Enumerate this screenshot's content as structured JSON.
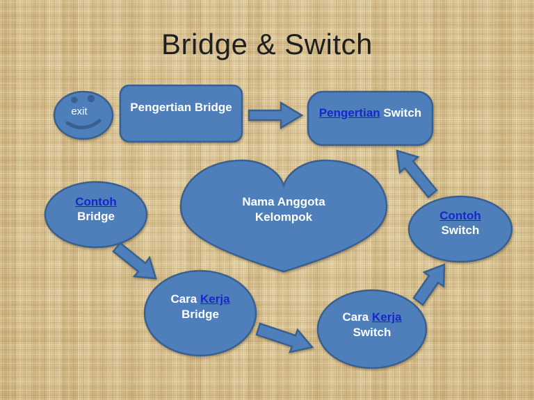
{
  "slide": {
    "title": "Bridge & Switch"
  },
  "colors": {
    "background": "#DDC79B",
    "shape_fill": "#4E7FBA",
    "shape_stroke": "#39608F",
    "link_color": "#1727CE",
    "label_color": "#FFFFFF",
    "title_color": "#1F1F1F"
  },
  "nodes": {
    "exit_button": {
      "label": "exit",
      "icon": "smiley-face-icon"
    },
    "pengertian_bridge": {
      "label": "Pengertian Bridge"
    },
    "pengertian_switch": {
      "link_text": "Pengertian",
      "plain_text": "Switch"
    },
    "nama_anggota": {
      "line1": "Nama Anggota",
      "line2": "Kelompok",
      "shape": "heart"
    },
    "contoh_bridge": {
      "link_text": "Contoh",
      "plain_text": "Bridge"
    },
    "contoh_switch": {
      "link_text": "Contoh",
      "plain_text": "Switch"
    },
    "cara_kerja_bridge": {
      "plain_prefix": "Cara",
      "link_text": "Kerja",
      "line2": "Bridge"
    },
    "cara_kerja_switch": {
      "plain_prefix": "Cara",
      "link_text": "Kerja",
      "line2": "Switch"
    }
  },
  "arrows": [
    {
      "from": "Pengertian Bridge",
      "to": "Pengertian Switch",
      "direction": "right"
    },
    {
      "from": "Contoh Bridge",
      "to": "Cara Kerja Bridge",
      "direction": "down-right"
    },
    {
      "from": "Cara Kerja Bridge",
      "to": "Cara Kerja Switch",
      "direction": "right-down"
    },
    {
      "from": "Cara Kerja Switch",
      "to": "Contoh Switch",
      "direction": "up-right"
    },
    {
      "from": "Contoh Switch",
      "to": "Pengertian Switch",
      "direction": "up-left"
    }
  ]
}
